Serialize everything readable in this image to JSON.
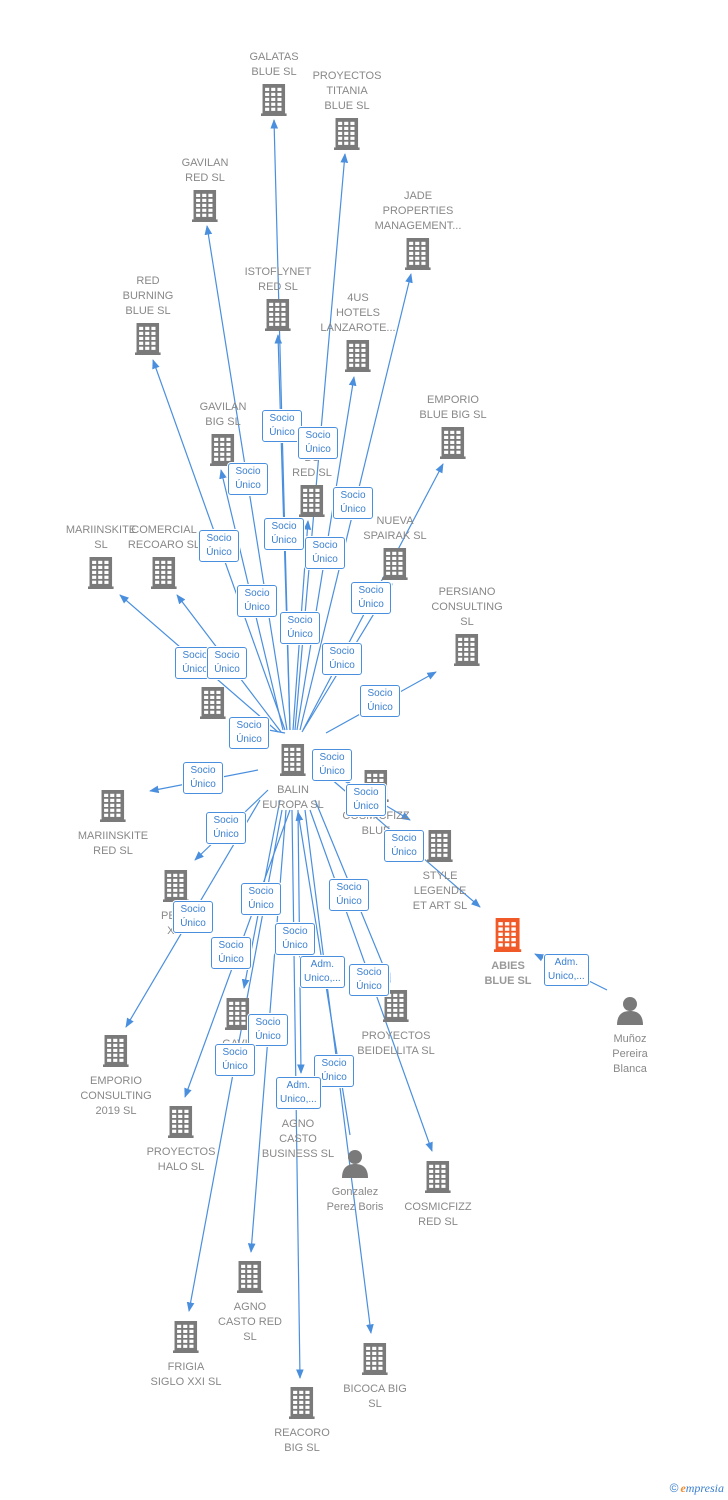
{
  "colors": {
    "edge": "#4a8fde",
    "building": "#7a7a7a",
    "focus": "#f05a28",
    "label": "#888888",
    "badge_text": "#3a7fd0"
  },
  "center": {
    "label": "BALIN\nEUROPA  SL"
  },
  "focus": {
    "label": "ABIES\nBLUE  SL"
  },
  "nodes": [
    {
      "id": "galatas",
      "label": "GALATAS\nBLUE  SL",
      "type": "company"
    },
    {
      "id": "titania",
      "label": "PROYECTOS\nTITANIA\nBLUE  SL",
      "type": "company"
    },
    {
      "id": "gavilan-red",
      "label": "GAVILAN\nRED  SL",
      "type": "company"
    },
    {
      "id": "jade",
      "label": "JADE\nPROPERTIES\nMANAGEMENT...",
      "type": "company"
    },
    {
      "id": "istoflynet",
      "label": "ISTOFLYNET\nRED  SL",
      "type": "company"
    },
    {
      "id": "red-burning",
      "label": "RED\nBURNING\nBLUE  SL",
      "type": "company"
    },
    {
      "id": "4us",
      "label": "4US\nHOTELS\nLANZAROTE...",
      "type": "company"
    },
    {
      "id": "gavilan-big",
      "label": "GAVILAN\nBIG  SL",
      "type": "company"
    },
    {
      "id": "emporio-blue",
      "label": "EMPORIO\nBLUE BIG  SL",
      "type": "company"
    },
    {
      "id": "bu-red",
      "label": "BU\nRED  SL",
      "type": "company"
    },
    {
      "id": "mariinskite-sl",
      "label": "MARIINSKITE\nSL",
      "type": "company"
    },
    {
      "id": "comercial",
      "label": "COMERCIAL\nRECOARO  SL",
      "type": "company"
    },
    {
      "id": "nueva",
      "label": "NUEVA\nSPAIRAK  SL",
      "type": "company"
    },
    {
      "id": "persiano",
      "label": "PERSIANO\nCONSULTING\nSL",
      "type": "company"
    },
    {
      "id": "unlabeled-left",
      "label": "",
      "type": "company"
    },
    {
      "id": "mariinskite-red",
      "label": "MARIINSKITE\nRED  SL",
      "type": "company"
    },
    {
      "id": "cosmicfizz-blue",
      "label": "COSMICFIZZ\nBLUE",
      "type": "company"
    },
    {
      "id": "style",
      "label": "STYLE\nLEGENDE\nET ART  SL",
      "type": "company"
    },
    {
      "id": "pers-xxi",
      "label": "PERS\nXXI",
      "type": "company"
    },
    {
      "id": "emporio-2019",
      "label": "EMPORIO\nCONSULTING\n2019  SL",
      "type": "company"
    },
    {
      "id": "gavil",
      "label": "GAVIL",
      "type": "company"
    },
    {
      "id": "beidellita",
      "label": "PROYECTOS\nBEIDELLITA  SL",
      "type": "company"
    },
    {
      "id": "munoz",
      "label": "Muñoz\nPereira\nBlanca",
      "type": "person"
    },
    {
      "id": "halo",
      "label": "PROYECTOS\nHALO  SL",
      "type": "company"
    },
    {
      "id": "agno-casto-business",
      "label": "AGNO\nCASTO\nBUSINESS  SL",
      "type": "company"
    },
    {
      "id": "gonzalez",
      "label": "Gonzalez\nPerez Boris",
      "type": "person"
    },
    {
      "id": "cosmicfizz-red",
      "label": "COSMICFIZZ\nRED  SL",
      "type": "company"
    },
    {
      "id": "agno-casto-red",
      "label": "AGNO\nCASTO RED\nSL",
      "type": "company"
    },
    {
      "id": "frigia",
      "label": "FRIGIA\nSIGLO XXI  SL",
      "type": "company"
    },
    {
      "id": "bicoca",
      "label": "BICOCA BIG\nSL",
      "type": "company"
    },
    {
      "id": "reacoro",
      "label": "REACORO\nBIG  SL",
      "type": "company"
    }
  ],
  "badges": [
    "Socio\nÚnico",
    "Socio\nÚnico",
    "Socio\nÚnico",
    "Socio\nÚnico",
    "Socio\nÚnico",
    "Socio\nÚnico",
    "Socio\nÚnico",
    "Socio\nÚnico",
    "Socio\nÚnico",
    "Socio\nÚnico",
    "Socio\nÚnico",
    "Socio\nÚnico",
    "Socio\nÚnico",
    "Socio\nÚnico",
    "Socio\nÚnico",
    "Socio\nÚnico",
    "Socio\nÚnico",
    "Socio\nÚnico",
    "Socio\nÚnico",
    "Socio\nÚnico",
    "Socio\nÚnico",
    "Socio\nÚnico",
    "Socio\nÚnico",
    "Socio\nÚnico",
    "Socio\nÚnico",
    "Adm.\nUnico,...",
    "Socio\nÚnico",
    "Socio\nÚnico",
    "Socio\nÚnico",
    "Socio\nÚnico",
    "Adm.\nUnico,..."
  ],
  "footer": {
    "copyright": "©",
    "brand_first": "e",
    "brand_rest": "mpresia"
  }
}
